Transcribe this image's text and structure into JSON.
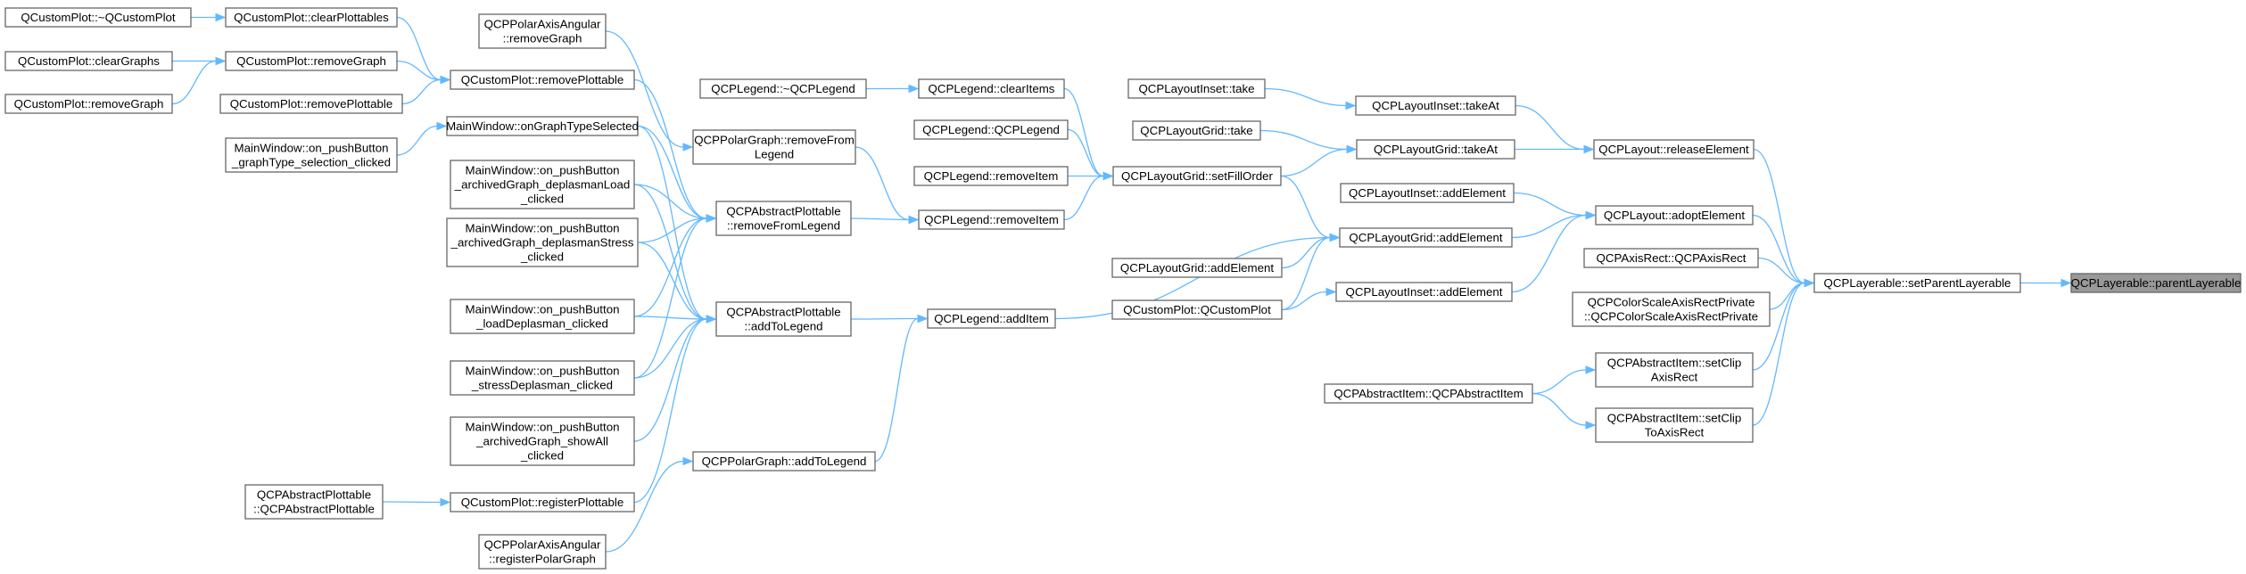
{
  "diagram": {
    "title": "",
    "nodes": [
      {
        "id": "cp_dtor",
        "lines": [
          "QCustomPlot::~QCustomPlot"
        ]
      },
      {
        "id": "cp_clearPlottables",
        "lines": [
          "QCustomPlot::clearPlottables"
        ]
      },
      {
        "id": "cp_clearGraphs",
        "lines": [
          "QCustomPlot::clearGraphs"
        ]
      },
      {
        "id": "cp_removeGraph_mid",
        "lines": [
          "QCustomPlot::removeGraph"
        ]
      },
      {
        "id": "cp_removeGraph_left",
        "lines": [
          "QCustomPlot::removeGraph"
        ]
      },
      {
        "id": "cp_removePlottable_mid",
        "lines": [
          "QCustomPlot::removePlottable"
        ]
      },
      {
        "id": "cp_removePlottable_main",
        "lines": [
          "QCustomPlot::removePlottable"
        ]
      },
      {
        "id": "mw_graphType",
        "lines": [
          "MainWindow::on_pushButton",
          "_graphType_selection_clicked"
        ]
      },
      {
        "id": "mw_onGraphTypeSelected",
        "lines": [
          "MainWindow::onGraphTypeSelected"
        ]
      },
      {
        "id": "mw_deplasmanLoad",
        "lines": [
          "MainWindow::on_pushButton",
          "_archivedGraph_deplasmanLoad",
          "_clicked"
        ]
      },
      {
        "id": "mw_deplasmanStress",
        "lines": [
          "MainWindow::on_pushButton",
          "_archivedGraph_deplasmanStress",
          "_clicked"
        ]
      },
      {
        "id": "mw_loadDeplasman",
        "lines": [
          "MainWindow::on_pushButton",
          "_loadDeplasman_clicked"
        ]
      },
      {
        "id": "mw_stressDeplasman",
        "lines": [
          "MainWindow::on_pushButton",
          "_stressDeplasman_clicked"
        ]
      },
      {
        "id": "mw_showAll",
        "lines": [
          "MainWindow::on_pushButton",
          "_archivedGraph_showAll",
          "_clicked"
        ]
      },
      {
        "id": "ap_ctor",
        "lines": [
          "QCPAbstractPlottable",
          "::QCPAbstractPlottable"
        ]
      },
      {
        "id": "cp_registerPlottable",
        "lines": [
          "QCustomPlot::registerPlottable"
        ]
      },
      {
        "id": "paa_removeGraph",
        "lines": [
          "QCPPolarAxisAngular",
          "::removeGraph"
        ]
      },
      {
        "id": "pg_removeFromLegend",
        "lines": [
          "QCPPolarGraph::removeFrom",
          "Legend"
        ]
      },
      {
        "id": "ap_removeFromLegend",
        "lines": [
          "QCPAbstractPlottable",
          "::removeFromLegend"
        ]
      },
      {
        "id": "ap_addToLegend",
        "lines": [
          "QCPAbstractPlottable",
          "::addToLegend"
        ]
      },
      {
        "id": "pg_addToLegend",
        "lines": [
          "QCPPolarGraph::addToLegend"
        ]
      },
      {
        "id": "paa_registerPolarGraph",
        "lines": [
          "QCPPolarAxisAngular",
          "::registerPolarGraph"
        ]
      },
      {
        "id": "lg_dtor",
        "lines": [
          "QCPLegend::~QCPLegend"
        ]
      },
      {
        "id": "lg_clearItems",
        "lines": [
          "QCPLegend::clearItems"
        ]
      },
      {
        "id": "lg_ctor",
        "lines": [
          "QCPLegend::QCPLegend"
        ]
      },
      {
        "id": "lg_removeItem_a",
        "lines": [
          "QCPLegend::removeItem"
        ]
      },
      {
        "id": "lg_removeItem_b",
        "lines": [
          "QCPLegend::removeItem"
        ]
      },
      {
        "id": "lg_addItem",
        "lines": [
          "QCPLegend::addItem"
        ]
      },
      {
        "id": "li_take",
        "lines": [
          "QCPLayoutInset::take"
        ]
      },
      {
        "id": "lgr_take",
        "lines": [
          "QCPLayoutGrid::take"
        ]
      },
      {
        "id": "lgr_setFillOrder",
        "lines": [
          "QCPLayoutGrid::setFillOrder"
        ]
      },
      {
        "id": "lgr_addElement_left",
        "lines": [
          "QCPLayoutGrid::addElement"
        ]
      },
      {
        "id": "cp_ctor",
        "lines": [
          "QCustomPlot::QCustomPlot"
        ]
      },
      {
        "id": "li_takeAt",
        "lines": [
          "QCPLayoutInset::takeAt"
        ]
      },
      {
        "id": "lgr_takeAt",
        "lines": [
          "QCPLayoutGrid::takeAt"
        ]
      },
      {
        "id": "li_addElement_top",
        "lines": [
          "QCPLayoutInset::addElement"
        ]
      },
      {
        "id": "lgr_addElement_main",
        "lines": [
          "QCPLayoutGrid::addElement"
        ]
      },
      {
        "id": "li_addElement_bottom",
        "lines": [
          "QCPLayoutInset::addElement"
        ]
      },
      {
        "id": "ai_ctor",
        "lines": [
          "QCPAbstractItem::QCPAbstractItem"
        ]
      },
      {
        "id": "lay_releaseElement",
        "lines": [
          "QCPLayout::releaseElement"
        ]
      },
      {
        "id": "lay_adoptElement",
        "lines": [
          "QCPLayout::adoptElement"
        ]
      },
      {
        "id": "ar_ctor",
        "lines": [
          "QCPAxisRect::QCPAxisRect"
        ]
      },
      {
        "id": "csarp_ctor",
        "lines": [
          "QCPColorScaleAxisRectPrivate",
          "::QCPColorScaleAxisRectPrivate"
        ]
      },
      {
        "id": "ai_setClipAxisRect",
        "lines": [
          "QCPAbstractItem::setClip",
          "AxisRect"
        ]
      },
      {
        "id": "ai_setClipToAxisRect",
        "lines": [
          "QCPAbstractItem::setClip",
          "ToAxisRect"
        ]
      },
      {
        "id": "lay_setParentLayerable",
        "lines": [
          "QCPLayerable::setParentLayerable"
        ]
      },
      {
        "id": "lay_parentLayerable",
        "lines": [
          "QCPLayerable::parentLayerable"
        ],
        "focus": true
      }
    ],
    "edges": [
      [
        "cp_dtor",
        "cp_clearPlottables"
      ],
      [
        "cp_clearPlottables",
        "cp_removePlottable_main"
      ],
      [
        "cp_clearGraphs",
        "cp_removeGraph_mid"
      ],
      [
        "cp_removeGraph_left",
        "cp_removeGraph_mid"
      ],
      [
        "cp_removeGraph_mid",
        "cp_removePlottable_main"
      ],
      [
        "cp_removePlottable_mid",
        "cp_removePlottable_main"
      ],
      [
        "cp_removePlottable_main",
        "ap_removeFromLegend"
      ],
      [
        "paa_removeGraph",
        "pg_removeFromLegend"
      ],
      [
        "mw_graphType",
        "mw_onGraphTypeSelected"
      ],
      [
        "mw_onGraphTypeSelected",
        "ap_removeFromLegend"
      ],
      [
        "mw_onGraphTypeSelected",
        "ap_addToLegend"
      ],
      [
        "mw_deplasmanLoad",
        "ap_removeFromLegend"
      ],
      [
        "mw_deplasmanLoad",
        "ap_addToLegend"
      ],
      [
        "mw_deplasmanStress",
        "ap_removeFromLegend"
      ],
      [
        "mw_deplasmanStress",
        "ap_addToLegend"
      ],
      [
        "mw_loadDeplasman",
        "ap_removeFromLegend"
      ],
      [
        "mw_loadDeplasman",
        "ap_addToLegend"
      ],
      [
        "mw_stressDeplasman",
        "ap_removeFromLegend"
      ],
      [
        "mw_stressDeplasman",
        "ap_addToLegend"
      ],
      [
        "mw_showAll",
        "ap_addToLegend"
      ],
      [
        "ap_ctor",
        "cp_registerPlottable"
      ],
      [
        "cp_registerPlottable",
        "ap_addToLegend"
      ],
      [
        "paa_registerPolarGraph",
        "pg_addToLegend"
      ],
      [
        "pg_removeFromLegend",
        "lg_removeItem_b"
      ],
      [
        "ap_removeFromLegend",
        "lg_removeItem_b"
      ],
      [
        "ap_addToLegend",
        "lg_addItem"
      ],
      [
        "pg_addToLegend",
        "lg_addItem"
      ],
      [
        "lg_dtor",
        "lg_clearItems"
      ],
      [
        "lg_clearItems",
        "lgr_setFillOrder"
      ],
      [
        "lg_ctor",
        "lgr_setFillOrder"
      ],
      [
        "lg_removeItem_a",
        "lgr_setFillOrder"
      ],
      [
        "lg_removeItem_b",
        "lgr_setFillOrder"
      ],
      [
        "lg_addItem",
        "lgr_addElement_main"
      ],
      [
        "li_take",
        "li_takeAt"
      ],
      [
        "lgr_take",
        "lgr_takeAt"
      ],
      [
        "lgr_setFillOrder",
        "lgr_takeAt"
      ],
      [
        "lgr_setFillOrder",
        "lgr_addElement_main"
      ],
      [
        "lgr_addElement_left",
        "lgr_addElement_main"
      ],
      [
        "cp_ctor",
        "lgr_addElement_main"
      ],
      [
        "cp_ctor",
        "li_addElement_bottom"
      ],
      [
        "li_takeAt",
        "lay_releaseElement"
      ],
      [
        "lgr_takeAt",
        "lay_releaseElement"
      ],
      [
        "li_addElement_top",
        "lay_adoptElement"
      ],
      [
        "lgr_addElement_main",
        "lay_adoptElement"
      ],
      [
        "li_addElement_bottom",
        "lay_adoptElement"
      ],
      [
        "ai_ctor",
        "ai_setClipAxisRect"
      ],
      [
        "ai_ctor",
        "ai_setClipToAxisRect"
      ],
      [
        "lay_releaseElement",
        "lay_setParentLayerable"
      ],
      [
        "lay_adoptElement",
        "lay_setParentLayerable"
      ],
      [
        "ar_ctor",
        "lay_setParentLayerable"
      ],
      [
        "csarp_ctor",
        "lay_setParentLayerable"
      ],
      [
        "ai_setClipAxisRect",
        "lay_setParentLayerable"
      ],
      [
        "ai_setClipToAxisRect",
        "lay_setParentLayerable"
      ],
      [
        "lay_setParentLayerable",
        "lay_parentLayerable"
      ]
    ]
  }
}
